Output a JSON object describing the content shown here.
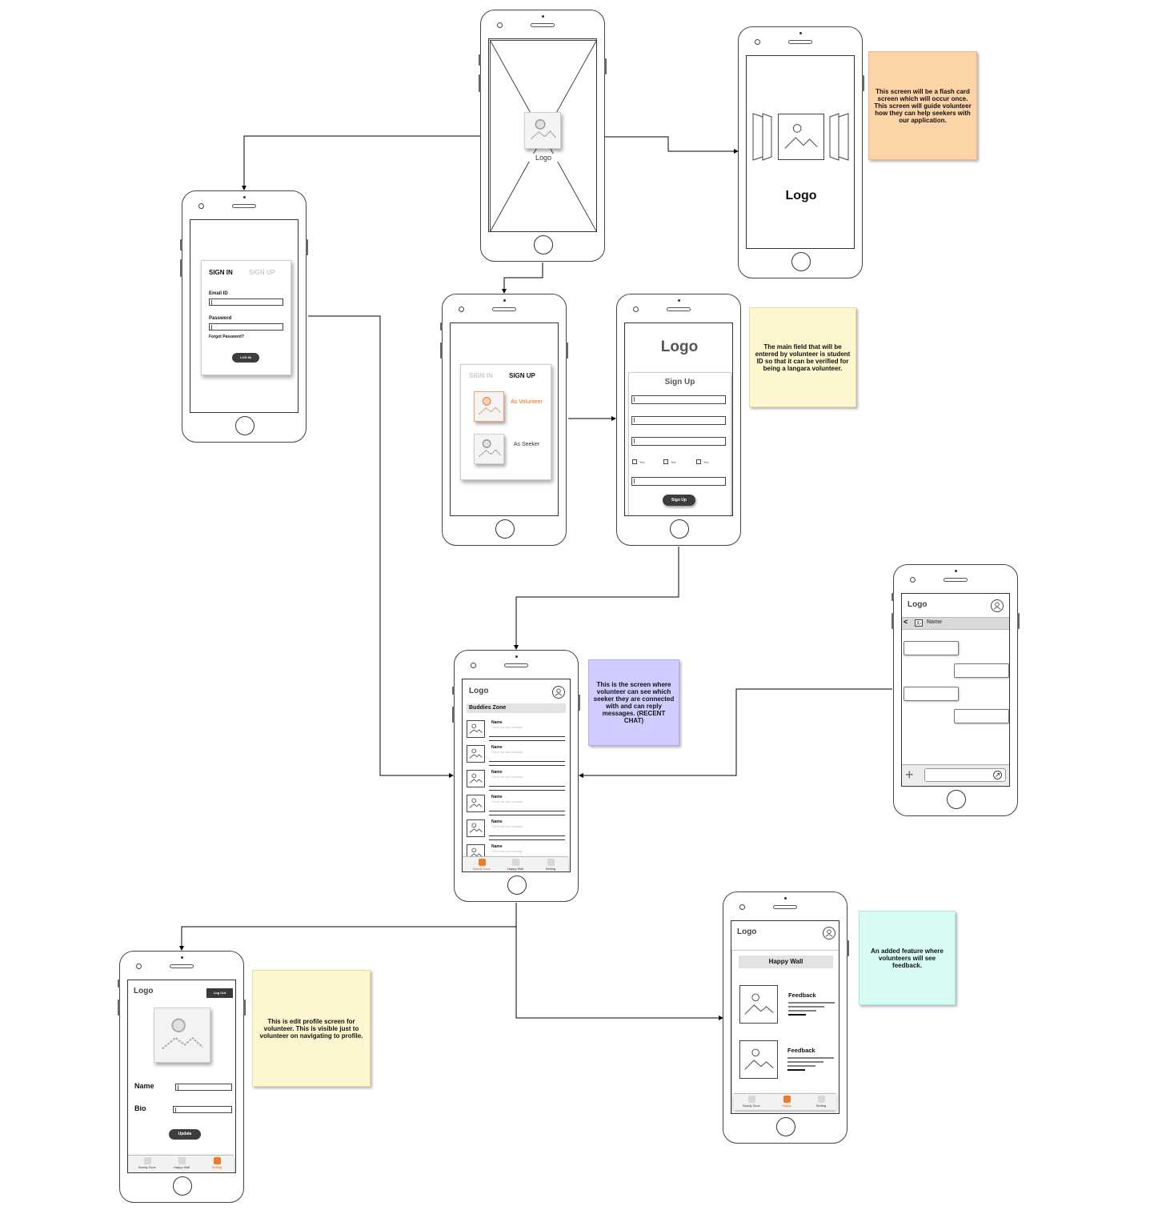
{
  "splash": {
    "logo_label": "Logo"
  },
  "flashcard": {
    "logo_label": "Logo"
  },
  "signin": {
    "tab_active": "SIGN IN",
    "tab_inactive": "SIGN UP",
    "email_label": "Email ID",
    "password_label": "Password",
    "forgot_label": "Forgot Password?",
    "login_button": "LOG IN"
  },
  "role_select": {
    "tab_inactive": "SIGN IN",
    "tab_active": "SIGN UP",
    "volunteer_label": "As Volunteer",
    "seeker_label": "As Seeker"
  },
  "signup": {
    "logo_label": "Logo",
    "title": "Sign Up",
    "checkbox_labels": [
      "Text",
      "Text",
      "Text"
    ],
    "signup_button": "Sign Up"
  },
  "buddies": {
    "logo_label": "Logo",
    "section_title": "Buddies Zone",
    "rows": [
      {
        "name": "Name",
        "message": "This is last sent message"
      },
      {
        "name": "Name",
        "message": "This is last sent message"
      },
      {
        "name": "Name",
        "message": "This is last sent message"
      },
      {
        "name": "Name",
        "message": "This is last sent message"
      },
      {
        "name": "Name",
        "message": "This is last sent message"
      },
      {
        "name": "Name",
        "message": "This is last sent message"
      }
    ],
    "tabs": [
      "Buddy Zone",
      "Happy Wall",
      "Setting"
    ],
    "active_tab": 0
  },
  "chat": {
    "logo_label": "Logo",
    "contact_name": "Name"
  },
  "happy_wall": {
    "logo_label": "Logo",
    "title": "Happy Wall",
    "items": [
      {
        "title": "Feedback"
      },
      {
        "title": "Feedback"
      }
    ],
    "tabs": [
      "Buddy Zone",
      "Happy",
      "Setting"
    ],
    "active_tab": 1
  },
  "profile": {
    "logo_label": "Logo",
    "logout_button": "Log Out",
    "name_label": "Name",
    "bio_label": "Bio",
    "update_button": "Update",
    "tabs": [
      "Buddy Zone",
      "Happy Wall",
      "Setting"
    ],
    "active_tab": 2
  },
  "notes": {
    "flashcard": "This screen will be a flash card screen which will occur once. This screen will guide volunteer how they can help seekers with our application.",
    "student_id": "The main field that will be entered by volunteer is student ID so that it can be verified for being a langara volunteer.",
    "recent_chat": "This is the screen where volunteer can see which seeker they are connected with and can reply messages. (RECENT CHAT)",
    "happy_wall": "An added feature where volunteers will see feedback.",
    "profile": "This is edit profile screen for volunteer. This is visible just to volunteer on navigating to profile."
  },
  "colors": {
    "note_orange": "#fdd3a8",
    "note_yellow": "#fdf6cf",
    "note_purple": "#d0ccff",
    "note_cyan": "#d6fcf4",
    "accent_orange": "#f07a2c"
  }
}
